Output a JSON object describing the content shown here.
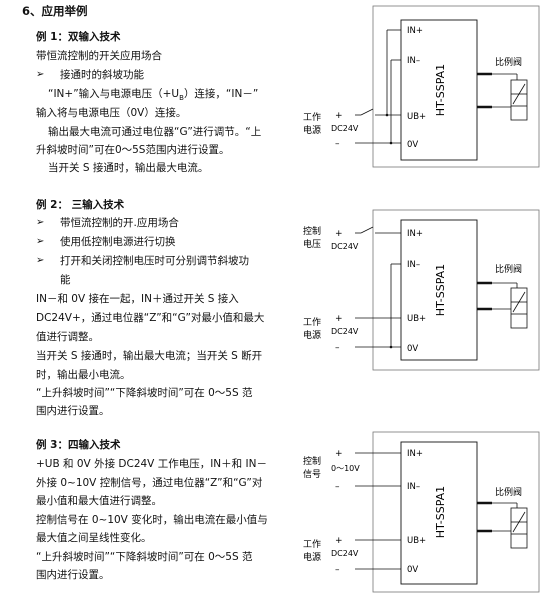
{
  "section_title": "6、应用举例",
  "example1": {
    "title": "例 1：双输入技术",
    "desc1": "带恒流控制的开关应用场合",
    "bullet1": "接通时的斜坡功能",
    "p1a": "“IN+”输入与电源电压（+U",
    "p1a_sub": "B",
    "p1a_end": "）连接，“IN－”",
    "p1b": "输入将与电源电压（0V）连接。",
    "p2a": "输出最大电流可通过电位器“G”进行调节。“上",
    "p2b": "升斜坡时间”可在0～5S范围内进行设置。",
    "p3": "当开关 S 接通时，输出最大电流。"
  },
  "example2": {
    "title": "例 2：  三输入技术",
    "bullet1": "带恒流控制的开.应用场合",
    "bullet2": "使用低控制电源进行切换",
    "bullet3": "打开和关闭控制电压时可分别调节斜坡功",
    "bullet3b": "能",
    "p1a": "IN－和 0V 接在一起，IN＋通过开关 S 接入",
    "p1b": "DC24V+，通过电位器“Z”和“G”对最小值和最大",
    "p1c": "值进行调整。",
    "p2a": "当开关 S 接通时，输出最大电流；当开关 S 断开",
    "p2b": "时，输出最小电流。",
    "p3a": "“上升斜坡时间”“下降斜坡时间”可在 0～5S  范",
    "p3b": "围内进行设置。"
  },
  "example3": {
    "title": "例 3：四输入技术",
    "p1a": "+UB 和 0V 外接 DC24V 工作电压，IN＋和 IN－",
    "p1b": "外接 0~10V 控制信号，通过电位器“Z”和“G”对",
    "p1c": "最小值和最大值进行调整。",
    "p2a": "控制信号在 0~10V 变化时，输出电流在最小值与",
    "p2b": "最大值之间呈线性变化。",
    "p3a": "“上升斜坡时间”“下降斜坡时间”可在 0～5S  范",
    "p3b": "围内进行设置。"
  },
  "diagrams": {
    "module_name": "HT-SSPA1",
    "pin_in_plus": "IN+",
    "pin_in_minus": "IN–",
    "pin_ub": "UB+",
    "pin_0v": "0V",
    "valve_label": "比例阀",
    "work_supply_1": "工作",
    "work_supply_2": "电源",
    "control_voltage_1": "控制",
    "control_voltage_2": "电压",
    "control_signal_1": "控制",
    "control_signal_2": "信号",
    "dc24v": "DC24V",
    "range_0_10v": "0～10V",
    "plus": "+",
    "minus": "–"
  }
}
